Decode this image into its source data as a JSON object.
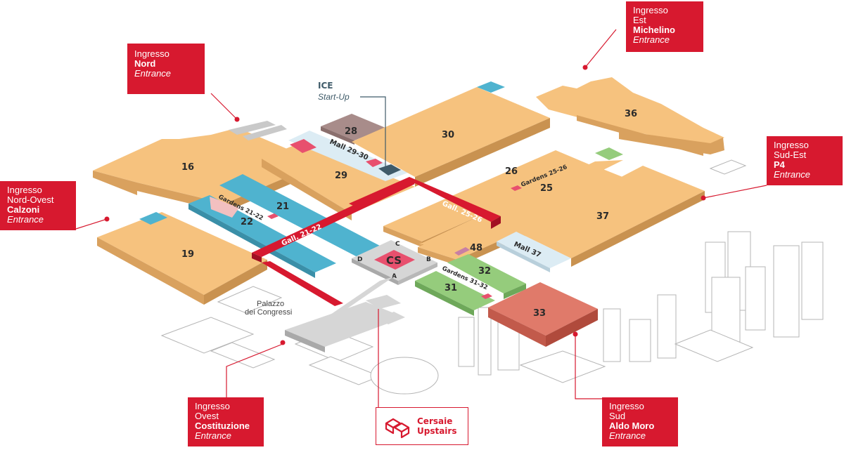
{
  "colors": {
    "hall": "#f6c27e",
    "hall_side": "#d9a15e",
    "hall_blue": "#4fb3cf",
    "hall_blue_side": "#3a8fa8",
    "hall_green": "#95cc7c",
    "hall_green_side": "#6ea85a",
    "hall_33": "#e07a6a",
    "hall_33_side": "#c25a4b",
    "hall_28": "#a88c8a",
    "gallery": "#d7192f",
    "mall": "#dcecf4",
    "service": "#c9c9c9",
    "accent": "#d7192f",
    "ice": "#3f5b69"
  },
  "halls": {
    "h16": "16",
    "h19": "19",
    "h21": "21",
    "h22": "22",
    "h25": "25",
    "h26": "26",
    "h28": "28",
    "h29": "29",
    "h30": "30",
    "h31": "31",
    "h32": "32",
    "h33": "33",
    "h36": "36",
    "h37": "37",
    "h48": "48"
  },
  "passages": {
    "mall_29_30": "Mall 29-30",
    "mall_37": "Mall 37",
    "gall_21_22": "Gall. 21-22",
    "gall_25_26": "Gall. 25-26",
    "gardens_21_22": "Gardens 21-22",
    "gardens_25_26": "Gardens 25-26",
    "gardens_31_32": "Gardens 31-32"
  },
  "service_centre": {
    "label": "CS",
    "a": "A",
    "b": "B",
    "c": "C",
    "d": "D"
  },
  "palazzo": {
    "line1": "Palazzo",
    "line2": "dei Congressi"
  },
  "ice": {
    "title": "ICE",
    "subtitle": "Start-Up"
  },
  "entrances": {
    "nord": {
      "l1": "Ingresso",
      "name": "Nord",
      "en": "Entrance"
    },
    "est": {
      "l1": "Ingresso",
      "l2": "Est",
      "name": "Michelino",
      "en": "Entrance"
    },
    "sud_est": {
      "l1": "Ingresso",
      "l2": "Sud-Est",
      "name": "P4",
      "en": "Entrance"
    },
    "nord_ovest": {
      "l1": "Ingresso",
      "l2": "Nord-Ovest",
      "name": "Calzoni",
      "en": "Entrance"
    },
    "ovest": {
      "l1": "Ingresso",
      "l2": "Ovest",
      "name": "Costituzione",
      "en": "Entrance"
    },
    "sud": {
      "l1": "Ingresso",
      "l2": "Sud",
      "name": "Aldo Moro",
      "en": "Entrance"
    }
  },
  "upstairs": {
    "line1": "Cersaie",
    "line2": "Upstairs",
    "icon": "cersaie-upstairs-logo"
  }
}
